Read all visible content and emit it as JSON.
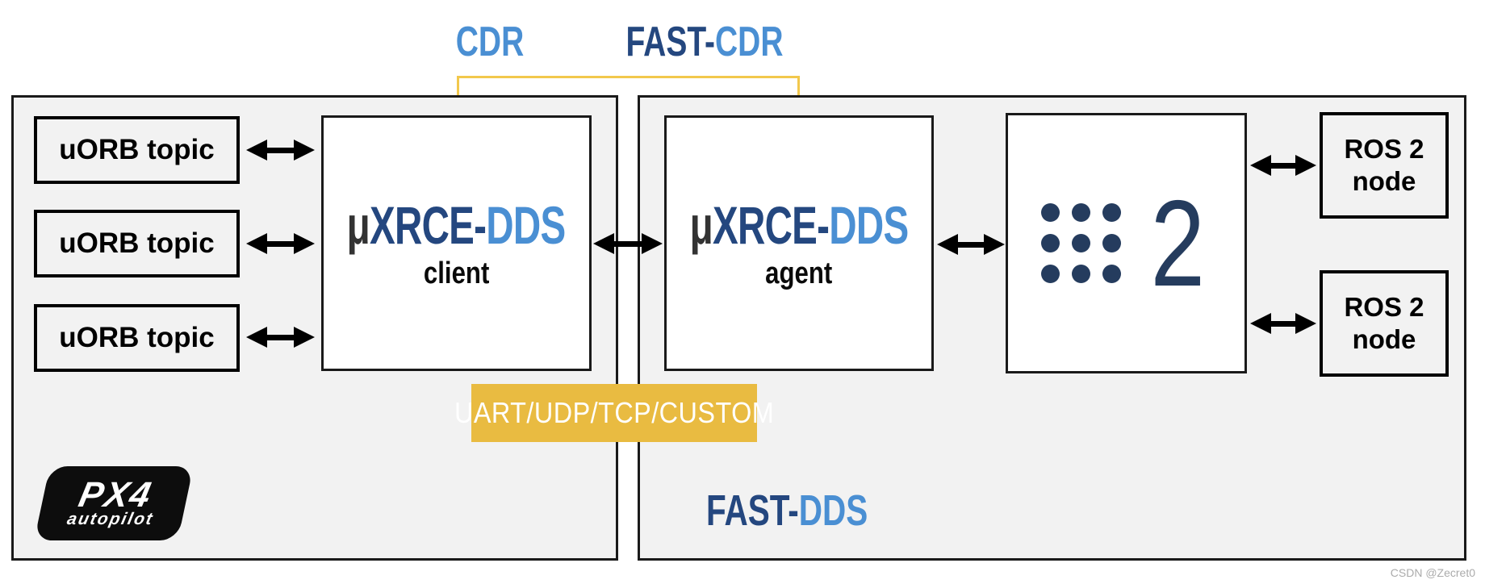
{
  "diagram": {
    "title_labels": {
      "cdr": "CDR",
      "fast_cdr": {
        "dark": "FAST-",
        "light": "CDR"
      }
    },
    "left_panel": {
      "uorb_topics": [
        "uORB topic",
        "uORB topic",
        "uORB topic"
      ],
      "client_box": {
        "mu": "μ",
        "title_dark": "XRCE-",
        "title_light": "DDS",
        "subtitle": "client"
      },
      "px4_logo": {
        "line1": "PX4",
        "line2": "autopilot"
      }
    },
    "right_panel": {
      "agent_box": {
        "mu": "μ",
        "title_dark": "XRCE-",
        "title_light": "DDS",
        "subtitle": "agent"
      },
      "ros2_box": {
        "number": "2"
      },
      "ros2_nodes": [
        {
          "line1": "ROS 2",
          "line2": "node"
        },
        {
          "line1": "ROS 2",
          "line2": "node"
        }
      ],
      "fast_dds": {
        "dark": "FAST-",
        "light": "DDS"
      }
    },
    "transport_box": {
      "label": "UART/UDP/TCP/CUSTOM"
    },
    "watermark": "CSDN @Zecret0",
    "colors": {
      "navy": "#24477F",
      "blue": "#4A8FD3",
      "yellow_box": "#E9BB41",
      "yellow_line": "#F2C84C",
      "ros_navy": "#253C5E",
      "panel_bg": "#F2F2F2",
      "border_black": "#1A1A1A",
      "watermark_gray": "#ABABAB"
    },
    "icons": {
      "ros2_logo": "ros2-dots-icon",
      "px4_logo": "px4-autopilot-logo-icon",
      "arrow": "bidirectional-arrow-icon"
    }
  }
}
